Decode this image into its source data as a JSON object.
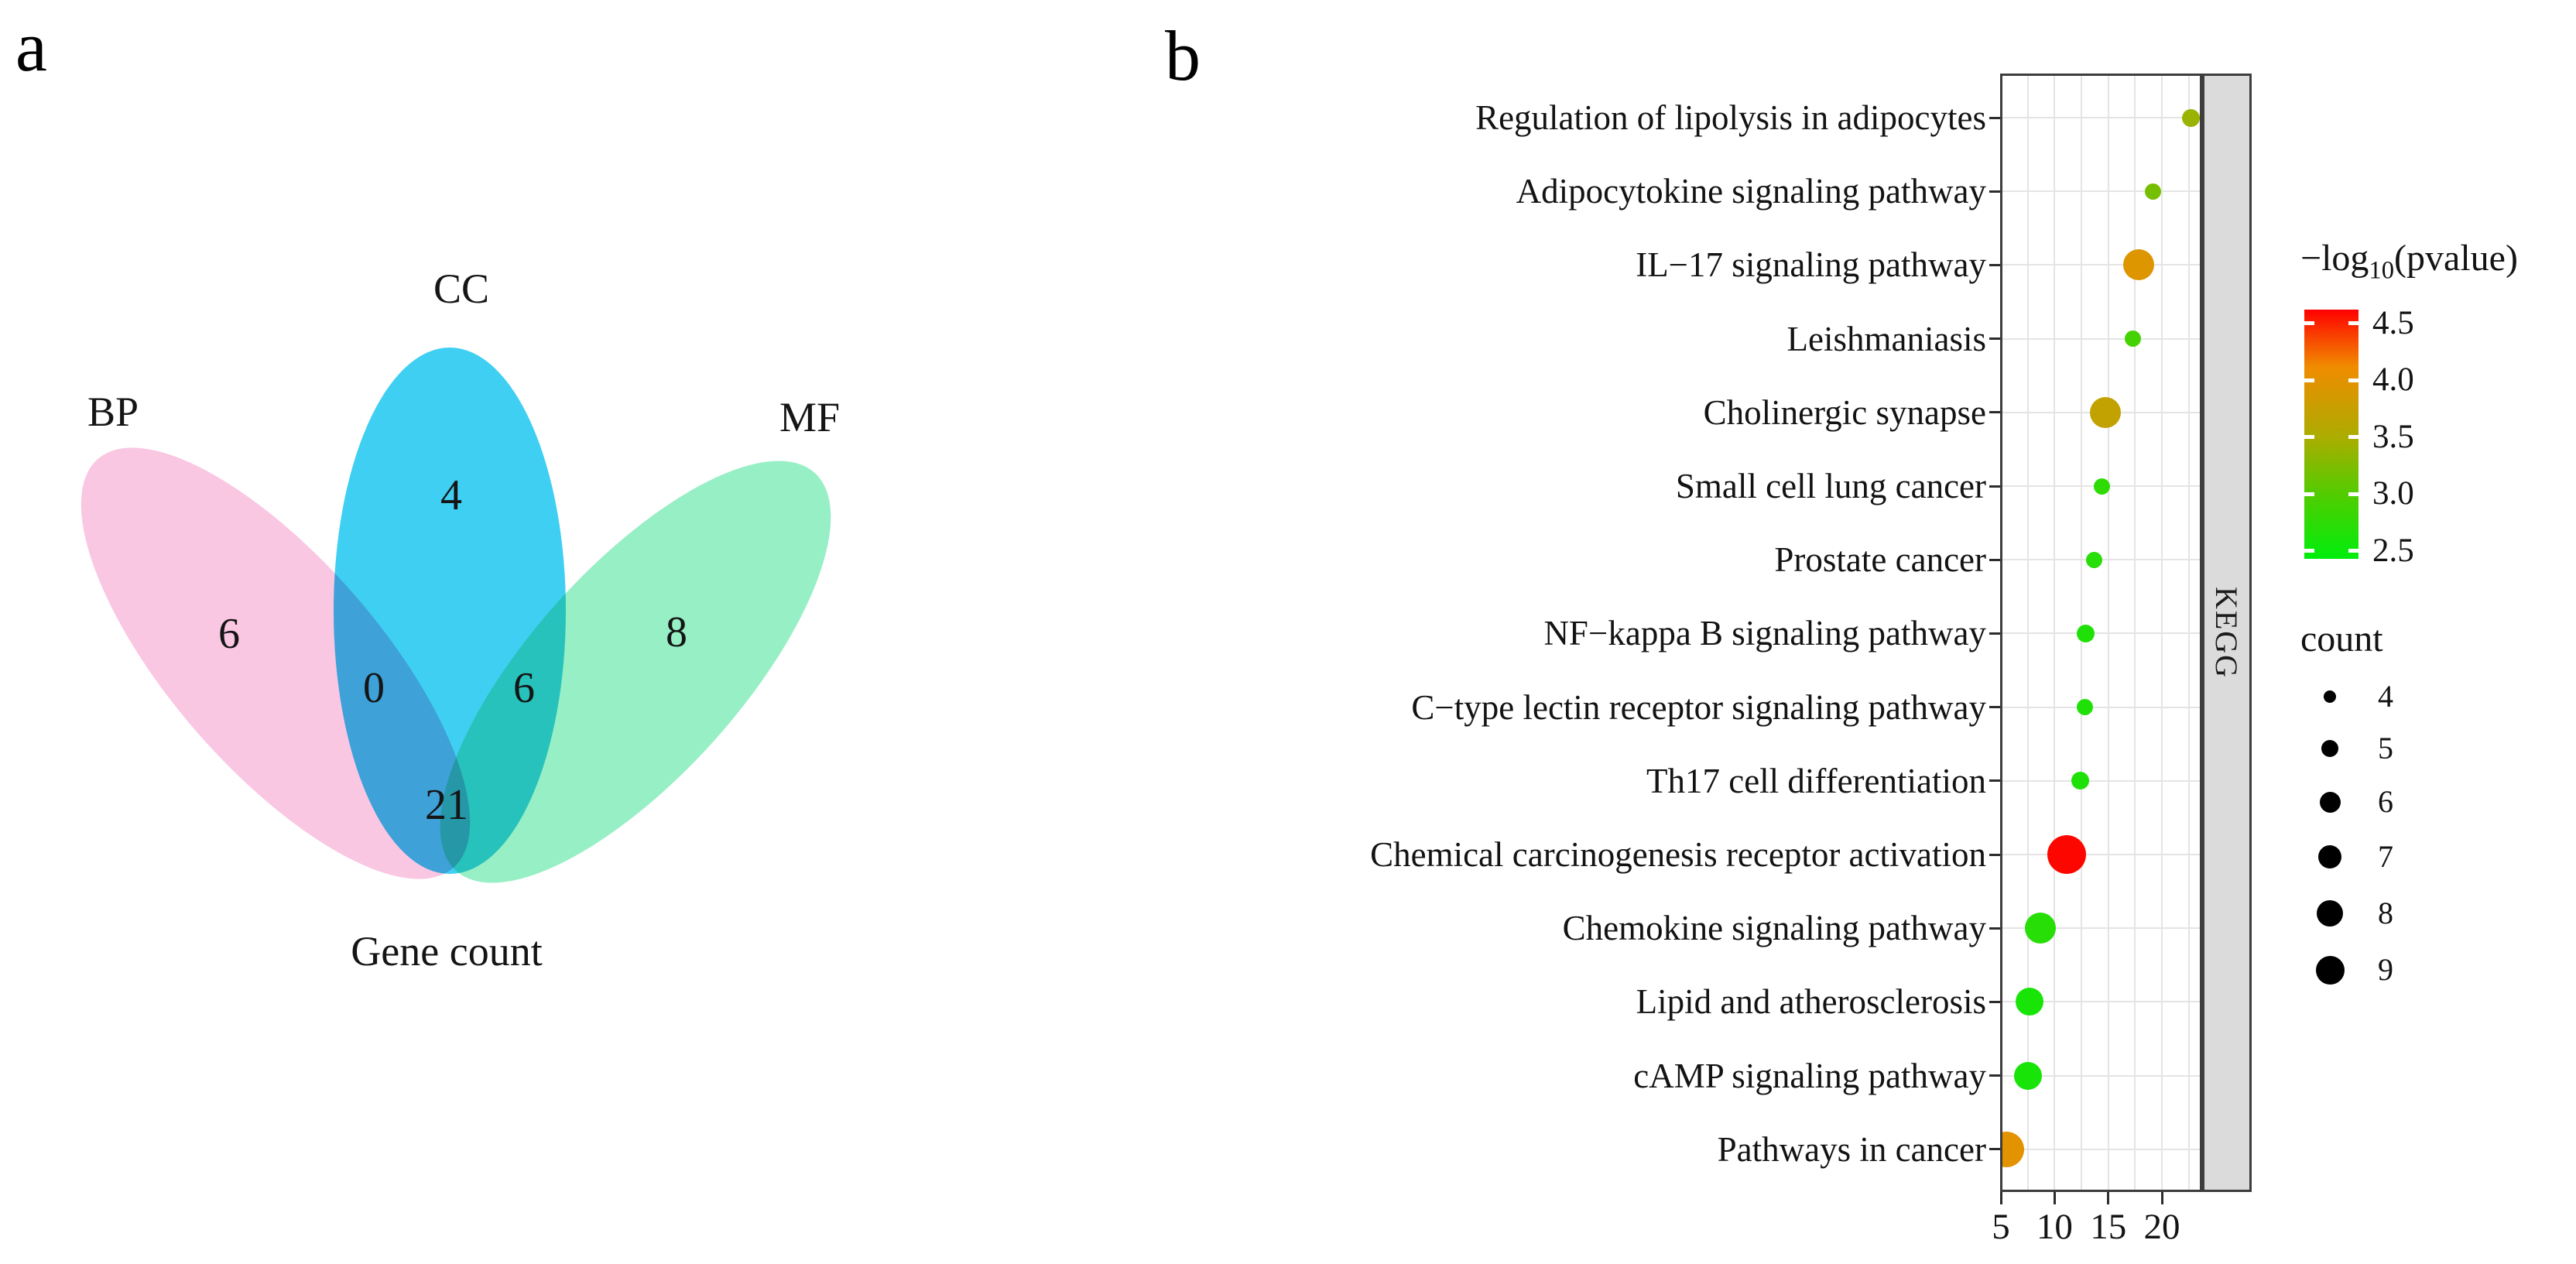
{
  "figure": {
    "panel_a_label": "a",
    "panel_b_label": "b"
  },
  "chart_data": [
    {
      "type": "venn",
      "title": "Gene count",
      "set_labels": [
        "BP",
        "CC",
        "MF"
      ],
      "colors": {
        "BP": "#FAC7E3",
        "CC": "#3FCFF2",
        "MF": "#97EFC5"
      },
      "regions": [
        {
          "region": "BP",
          "value": "6"
        },
        {
          "region": "CC",
          "value": "4"
        },
        {
          "region": "MF",
          "value": "8"
        },
        {
          "region": "BP-CC",
          "value": "0"
        },
        {
          "region": "CC-MF",
          "value": "6"
        },
        {
          "region": "BP-CC-MF",
          "value": "21"
        }
      ]
    },
    {
      "type": "scatter",
      "strip_label": "KEGG",
      "xlabel": "",
      "ylabel": "",
      "xlim": [
        4.9,
        23.8
      ],
      "x_ticks": [
        5,
        10,
        15,
        20
      ],
      "grid": true,
      "rows": [
        {
          "label": "Regulation of lipolysis in adipocytes",
          "x": 22.7,
          "count": 5,
          "neg_log10_pvalue": 3.4
        },
        {
          "label": "Adipocytokine signaling pathway",
          "x": 19.2,
          "count": 4,
          "neg_log10_pvalue": 3.2
        },
        {
          "label": "IL−17 signaling pathway",
          "x": 17.8,
          "count": 7,
          "neg_log10_pvalue": 3.95
        },
        {
          "label": "Leishmaniasis",
          "x": 17.3,
          "count": 4,
          "neg_log10_pvalue": 2.9
        },
        {
          "label": "Cholinergic synapse",
          "x": 14.7,
          "count": 7,
          "neg_log10_pvalue": 3.7
        },
        {
          "label": "Small cell lung cancer",
          "x": 14.4,
          "count": 4,
          "neg_log10_pvalue": 2.75
        },
        {
          "label": "Prostate cancer",
          "x": 13.7,
          "count": 4,
          "neg_log10_pvalue": 2.7
        },
        {
          "label": "NF−kappa B signaling pathway",
          "x": 12.9,
          "count": 5,
          "neg_log10_pvalue": 2.65
        },
        {
          "label": "C−type lectin receptor signaling pathway",
          "x": 12.8,
          "count": 4,
          "neg_log10_pvalue": 2.65
        },
        {
          "label": "Th17 cell differentiation",
          "x": 12.4,
          "count": 5,
          "neg_log10_pvalue": 2.65
        },
        {
          "label": "Chemical carcinogenesis receptor activation",
          "x": 11.1,
          "count": 9,
          "neg_log10_pvalue": 4.6
        },
        {
          "label": "Chemokine signaling pathway",
          "x": 8.7,
          "count": 7,
          "neg_log10_pvalue": 2.7
        },
        {
          "label": "Lipid and atherosclerosis",
          "x": 7.7,
          "count": 6,
          "neg_log10_pvalue": 2.6
        },
        {
          "label": "cAMP signaling pathway",
          "x": 7.5,
          "count": 6,
          "neg_log10_pvalue": 2.6
        },
        {
          "label": "Pathways in cancer",
          "x": 5.5,
          "count": 8,
          "neg_log10_pvalue": 4.0
        }
      ],
      "color_legend": {
        "title_prefix": "−log",
        "title_sub": "10",
        "title_suffix": "(pvalue)",
        "ticks": [
          "4.5",
          "4.0",
          "3.5",
          "3.0",
          "2.5"
        ],
        "vmax": 4.62,
        "vmin": 2.43,
        "stops": [
          [
            4.62,
            "#FF0000"
          ],
          [
            4.12,
            "#F08C00"
          ],
          [
            3.5,
            "#ACAC00"
          ],
          [
            3.0,
            "#52CC00"
          ],
          [
            2.43,
            "#00EE0C"
          ]
        ]
      },
      "size_legend": {
        "title": "count",
        "entries": [
          "4",
          "5",
          "6",
          "7",
          "8",
          "9"
        ]
      }
    }
  ]
}
